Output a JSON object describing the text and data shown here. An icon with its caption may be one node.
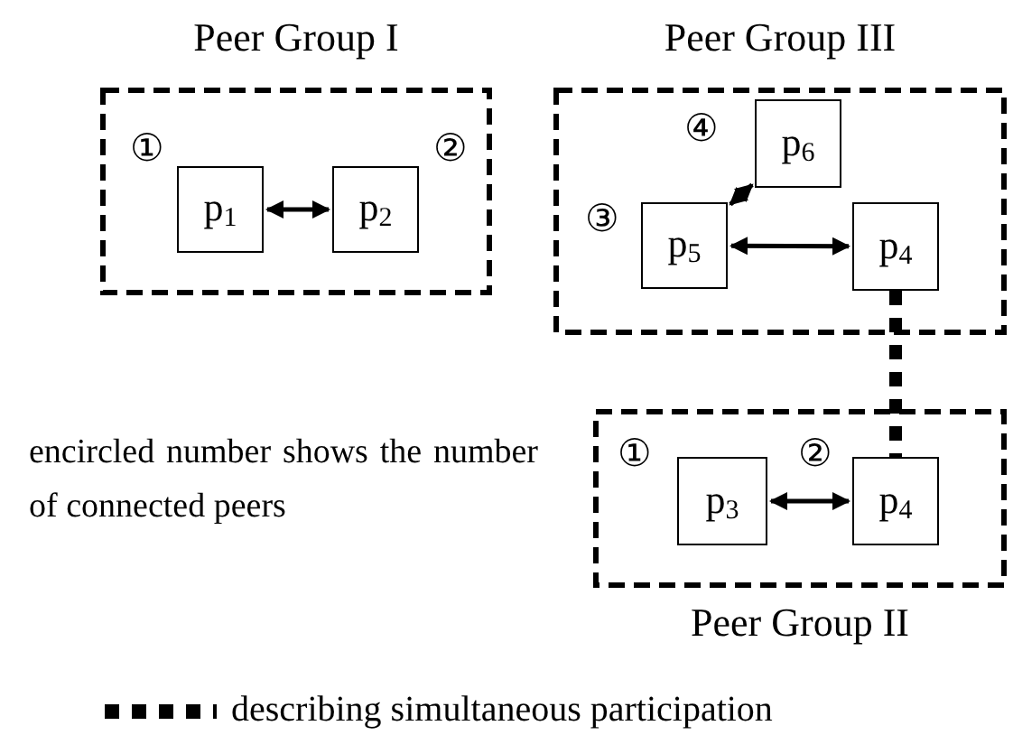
{
  "diagram": {
    "nodes": [
      {
        "text": [
          "Peer Group I"
        ]
      },
      {
        "text": [
          "p$_{1}$"
        ],
        "in": 0,
        "beside": [
          "①"
        ]
      },
      {
        "text": [
          "p$_{2}$"
        ],
        "in": 0,
        "beside": [
          "②"
        ]
      },
      {
        "text": [
          "Peer Group III"
        ]
      },
      {
        "text": [
          "p$_{6}$"
        ],
        "in": 3,
        "beside": [
          "④"
        ]
      },
      {
        "text": [
          "p$_{5}$"
        ],
        "in": 3,
        "beside": [
          "③"
        ]
      },
      {
        "text": [
          "p$_{4}$"
        ],
        "in": 3
      },
      {
        "text": [
          "Peer Group II"
        ]
      },
      {
        "text": [
          "p$_{3}$"
        ],
        "in": 7,
        "beside": [
          "①"
        ]
      },
      {
        "text": [
          "p$_{4}$"
        ],
        "in": 7,
        "beside": [
          "②"
        ]
      }
    ],
    "edges": [
      {
        "from": 1,
        "to": 2,
        "arrow": "both"
      },
      {
        "from": 5,
        "to": 4,
        "arrow": "both"
      },
      {
        "from": 5,
        "to": 6,
        "arrow": "both"
      },
      {
        "from": 6,
        "to": 9,
        "arrow": "none",
        "style": "dashed"
      },
      {
        "from": 8,
        "to": 9,
        "arrow": "both"
      }
    ],
    "labels": [
      "encircled number shows the number of connected peers"
    ],
    "legend": [
      {
        "text": "describing simultaneous participation"
      }
    ]
  }
}
